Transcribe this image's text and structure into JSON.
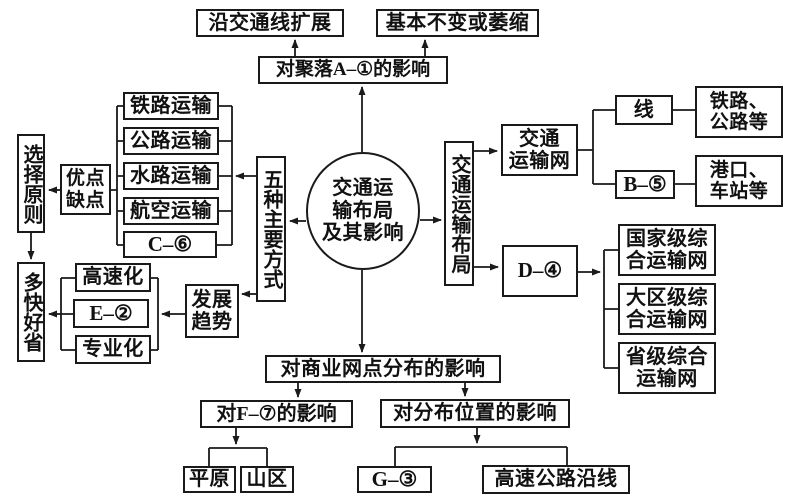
{
  "colors": {
    "line": "#1a1a1a",
    "border": "#1a1a1a",
    "background": "#ffffff",
    "text": "#111111"
  },
  "nodes": {
    "center": {
      "label": "交通运\n输布局\n及其影响"
    },
    "settlement_impact": {
      "label": "对聚落A–①的影响"
    },
    "expand_along_lines": {
      "label": "沿交通线扩展"
    },
    "unchanged_or_shrink": {
      "label": "基本不变或萎缩"
    },
    "five_modes": {
      "label": "五种主要方式"
    },
    "rail_transport": {
      "label": "铁路运输"
    },
    "road_transport": {
      "label": "公路运输"
    },
    "water_transport": {
      "label": "水路运输"
    },
    "air_transport": {
      "label": "航空运输"
    },
    "c6": {
      "label": "C–⑥"
    },
    "pros_cons": {
      "label": "优点\n缺点"
    },
    "selection_principle": {
      "label": "选择原则"
    },
    "duo_kuai_hao_sheng": {
      "label": "多快好省"
    },
    "dev_trend": {
      "label": "发展\n趋势"
    },
    "high_speed": {
      "label": "高速化"
    },
    "e2": {
      "label": "E–②"
    },
    "specialization": {
      "label": "专业化"
    },
    "transport_layout": {
      "label": "交通运输布局"
    },
    "transport_network": {
      "label": "交通\n运输网"
    },
    "line_node": {
      "label": "线"
    },
    "b5": {
      "label": "B–⑤"
    },
    "rail_road_etc": {
      "label": "铁路、\n公路等"
    },
    "port_station_etc": {
      "label": "港口、\n车站等"
    },
    "d4": {
      "label": "D–④"
    },
    "national_network": {
      "label": "国家级综\n合运输网"
    },
    "regional_network": {
      "label": "大区级综\n合运输网"
    },
    "provincial_network": {
      "label": "省级综合\n运输网"
    },
    "commercial_impact": {
      "label": "对商业网点分布的影响"
    },
    "f7_impact": {
      "label": "对F–⑦的影响"
    },
    "location_impact": {
      "label": "对分布位置的影响"
    },
    "plain": {
      "label": "平原"
    },
    "mountain": {
      "label": "山区"
    },
    "g3": {
      "label": "G–③"
    },
    "expressway": {
      "label": "高速公路沿线"
    }
  }
}
